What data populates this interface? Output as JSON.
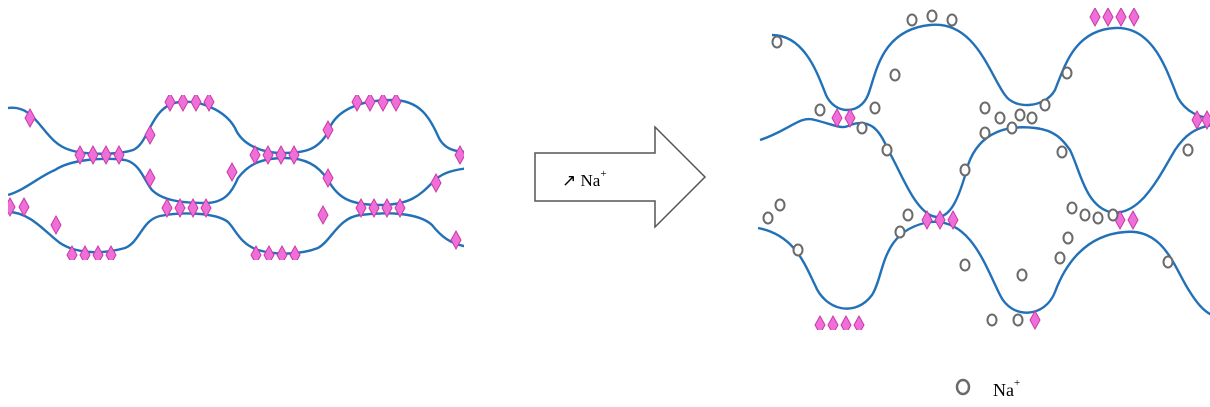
{
  "arrow": {
    "text": "↗ Na",
    "superscript": "+"
  },
  "legend": {
    "text": "Na",
    "superscript": "+",
    "symbol": "open-circle"
  },
  "colors": {
    "network": "#2271b8",
    "diamond_fill": "#f06ed8",
    "diamond_stroke": "#c83aa8",
    "ion_stroke": "#6a6a6a",
    "arrow_stroke": "#555555"
  }
}
